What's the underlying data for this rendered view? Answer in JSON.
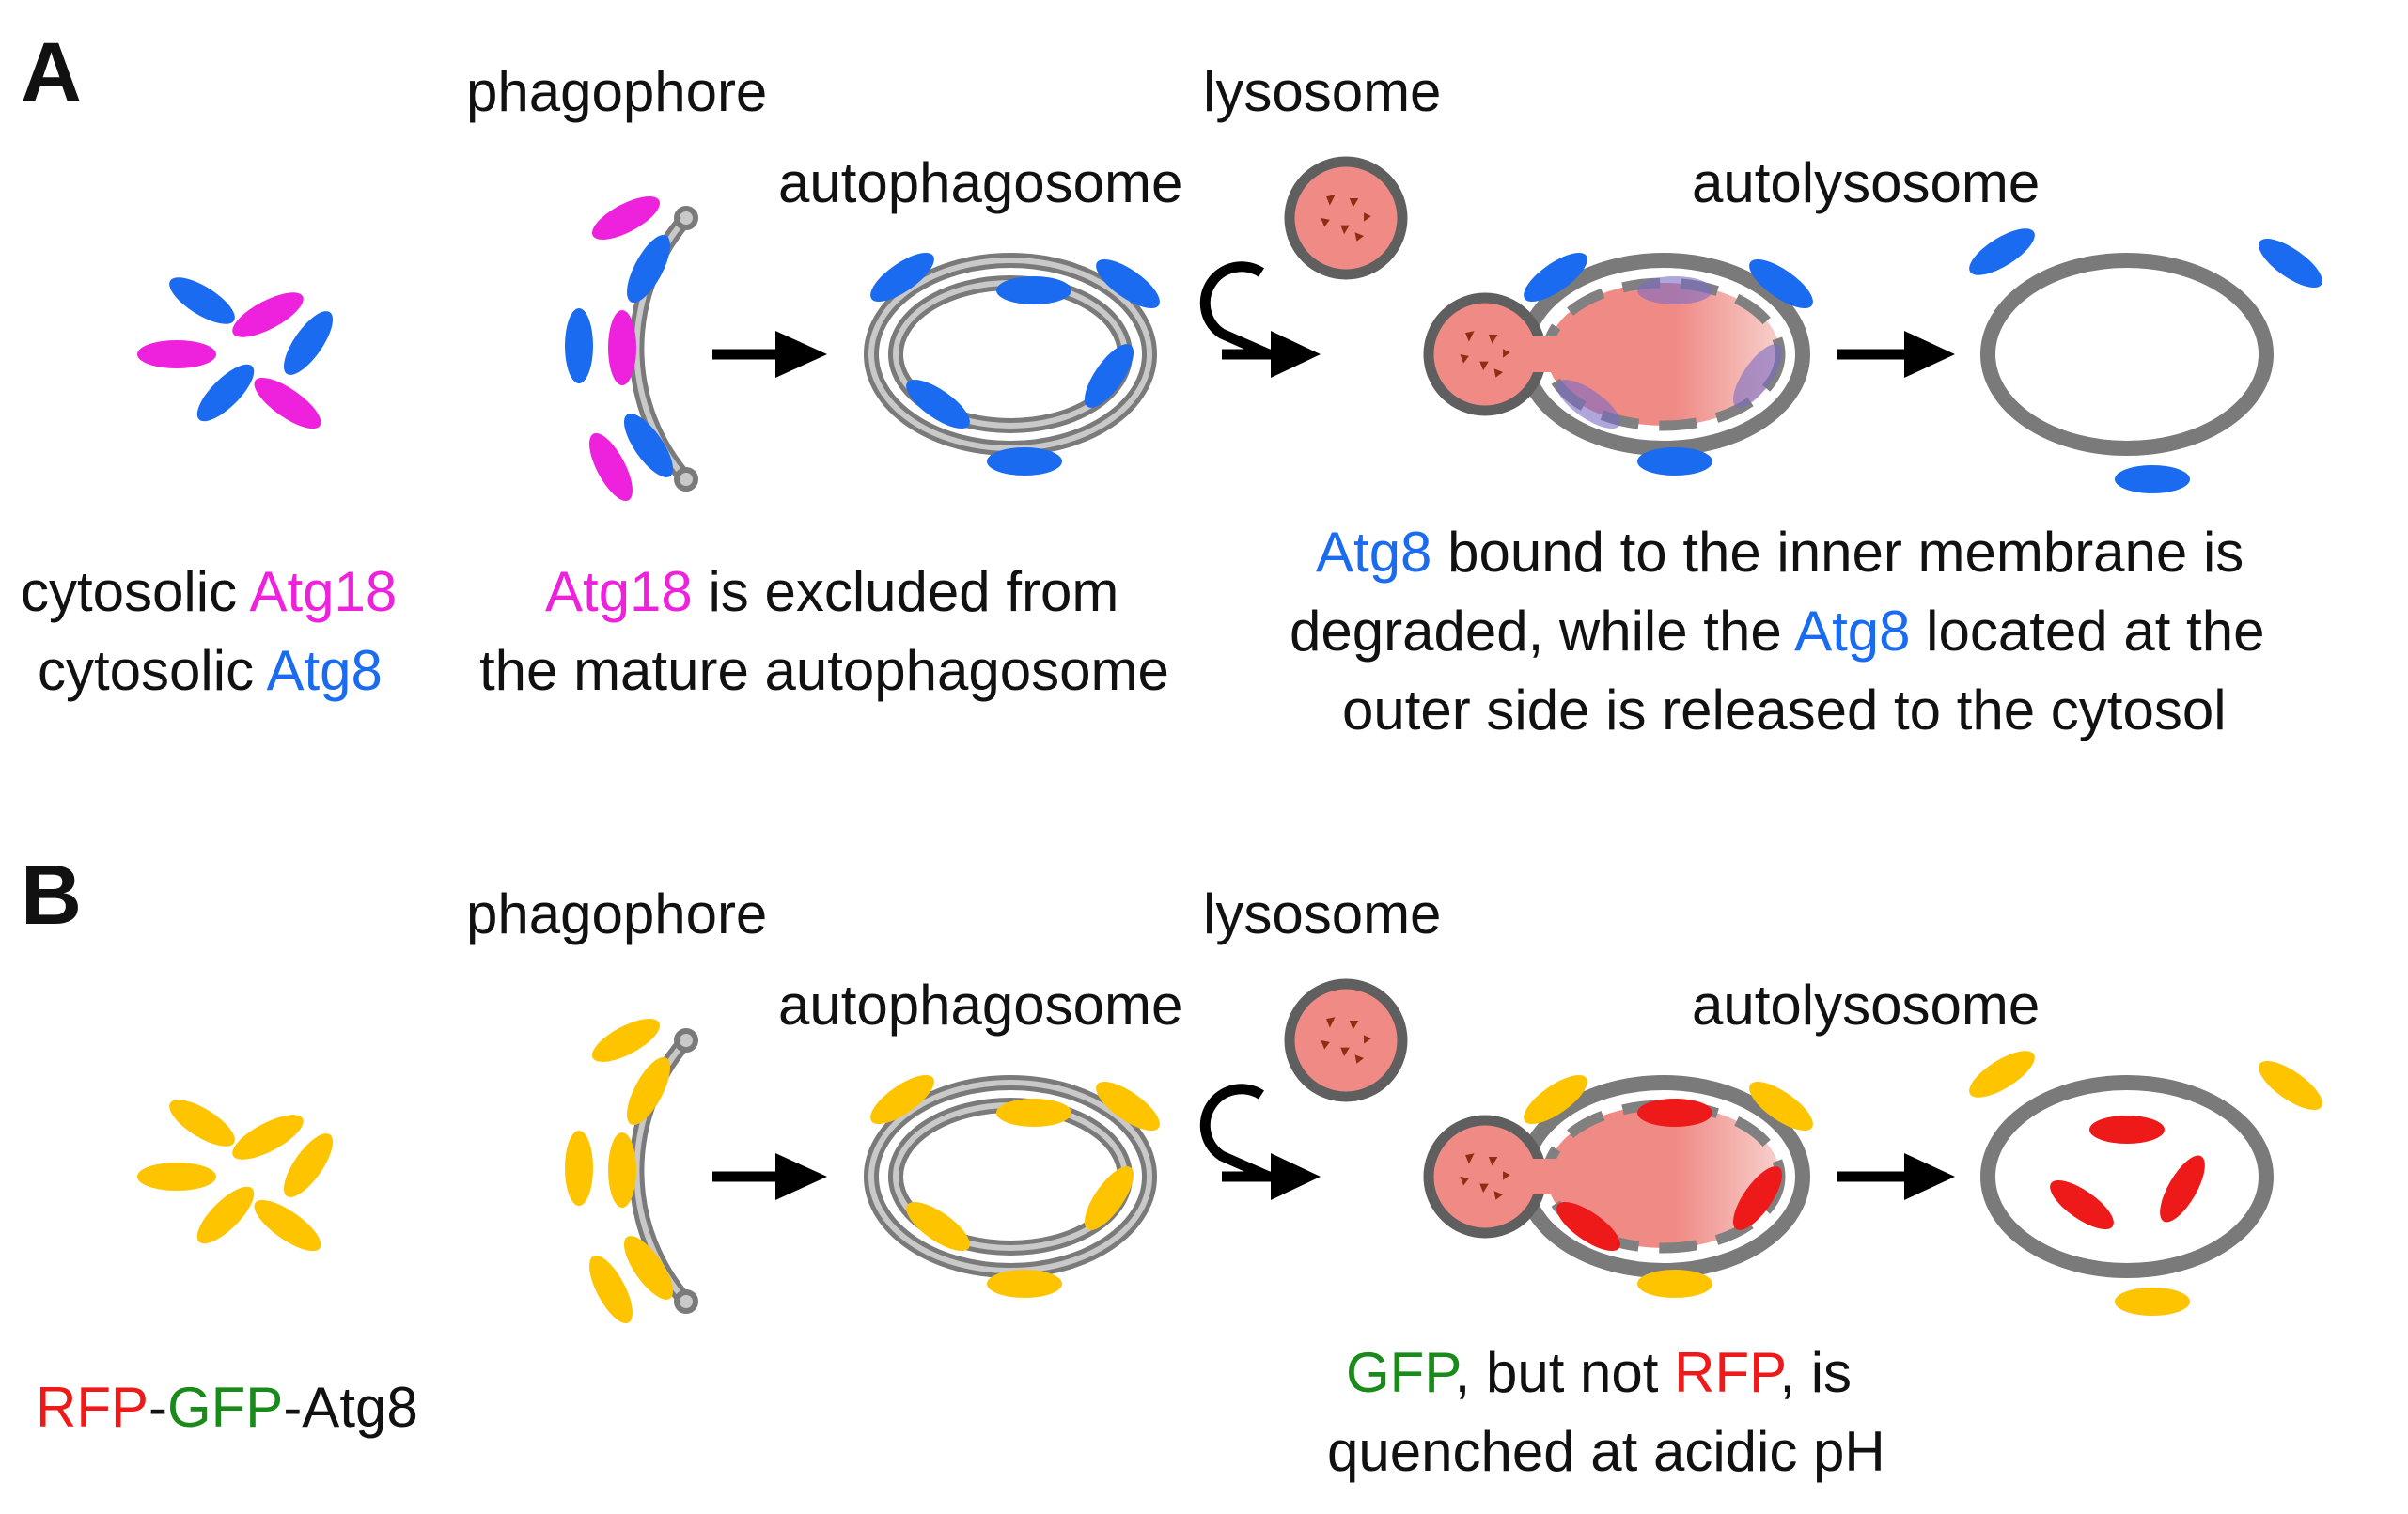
{
  "colors": {
    "atg18": "#ee22dd",
    "atg8": "#1a6bef",
    "rfp_gfp_atg8": "#ffc400",
    "rfp": "#ee1a1a",
    "gfp": "#1a8a1a",
    "lumen": "#f08a85",
    "membrane": "#7a7a7a",
    "text": "#111111"
  },
  "panelA": {
    "letter": "A",
    "stages": {
      "phagophore": "phagophore",
      "lysosome": "lysosome",
      "autophagosome": "autophagosome",
      "autolysosome": "autolysosome"
    },
    "captions": {
      "cytosolic_1": "cytosolic ",
      "atg18_1": "Atg18",
      "cytosolic_2": "cytosolic ",
      "atg8_1": "Atg8",
      "atg18_2": "Atg18",
      "excluded_1": " is excluded from",
      "excluded_2": "the mature autophagosome",
      "atg8_2": "Atg8",
      "bound": " bound to the inner membrane is",
      "degraded": "degraded, while the ",
      "atg8_3": "Atg8",
      "located": " located at the",
      "released": "outer side is released to the cytosol"
    }
  },
  "panelB": {
    "letter": "B",
    "stages": {
      "phagophore": "phagophore",
      "lysosome": "lysosome",
      "autophagosome": "autophagosome",
      "autolysosome": "autolysosome"
    },
    "captions": {
      "rfp": "RFP",
      "dash1": "-",
      "gfp": "GFP",
      "atg8": "-Atg8",
      "gfp2": "GFP",
      "but_not": ", but not ",
      "rfp2": "RFP",
      "is": ", is",
      "quenched": "quenched at acidic pH"
    }
  }
}
